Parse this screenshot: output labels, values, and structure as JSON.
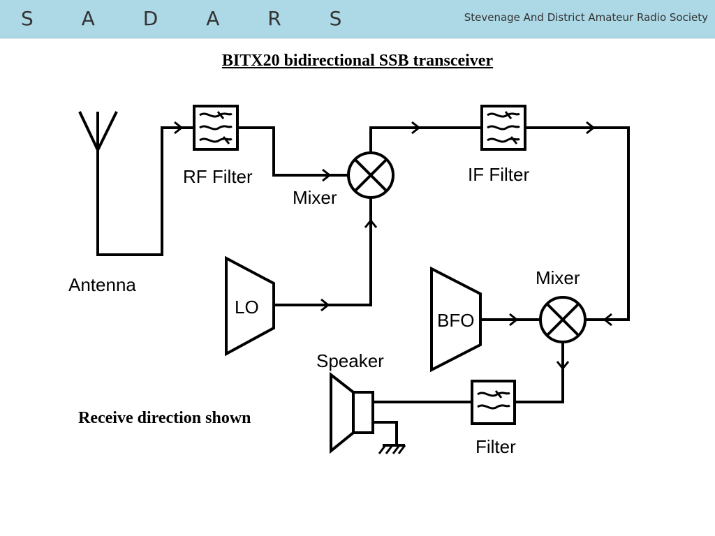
{
  "header": {
    "logo": "S A D A R S",
    "society": "Stevenage And District Amateur Radio Society"
  },
  "title": "BITX20 bidirectional SSB transceiver",
  "note": "Receive direction shown",
  "labels": {
    "antenna": "Antenna",
    "rf_filter": "RF Filter",
    "mixer1": "Mixer",
    "if_filter": "IF Filter",
    "lo": "LO",
    "bfo": "BFO",
    "mixer2": "Mixer",
    "speaker": "Speaker",
    "filter": "Filter"
  }
}
